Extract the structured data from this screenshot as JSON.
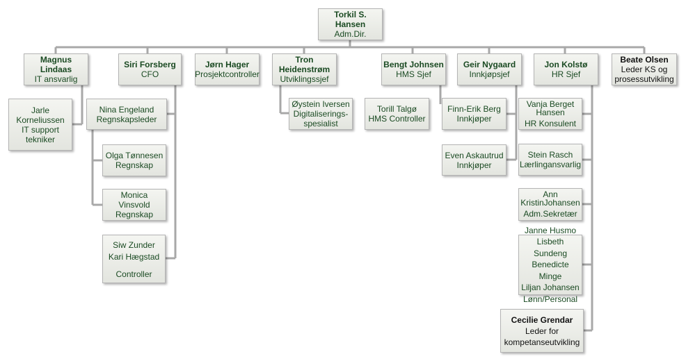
{
  "chart": {
    "root": {
      "name": "Torkil S.\nHansen",
      "title": "Adm.Dir."
    },
    "managers": [
      {
        "id": "magnus",
        "name": "Magnus\nLindaas",
        "title": "IT ansvarlig"
      },
      {
        "id": "siri",
        "name": "Siri Forsberg",
        "title": "CFO"
      },
      {
        "id": "jorn",
        "name": "Jørn Hager",
        "title": "Prosjektcontroller"
      },
      {
        "id": "tron",
        "name": "Tron\nHeidenstrøm",
        "title": "Utviklingssjef"
      },
      {
        "id": "bengt",
        "name": "Bengt Johnsen",
        "title": "HMS Sjef"
      },
      {
        "id": "geir",
        "name": "Geir Nygaard",
        "title": "Innkjøpsjef"
      },
      {
        "id": "jon",
        "name": "Jon Kolstø",
        "title": "HR Sjef"
      },
      {
        "id": "beate",
        "name": "Beate Olsen",
        "title": "Leder KS og\nprosessutvikling"
      }
    ],
    "staff": {
      "jarle": {
        "text": "Jarle\nKorneliussen\nIT support\ntekniker"
      },
      "nina": {
        "text": "Nina Engeland\nRegnskapsleder"
      },
      "olga": {
        "text": "Olga Tønnesen\nRegnskap"
      },
      "monica": {
        "text": "Monica Vinsvold\nRegnskap"
      },
      "siw": {
        "top": "Siw Zunder\nKari Hægstad",
        "bottom": "Controller"
      },
      "oystein": {
        "text": "Øystein Iversen\nDigitaliserings-\nspesialist"
      },
      "torill": {
        "text": "Torill Talgø\nHMS Controller"
      },
      "finn": {
        "text": "Finn-Erik Berg\nInnkjøper"
      },
      "even": {
        "text": "Even Askautrud\nInnkjøper"
      },
      "vanja": {
        "top": "Vanja Berget\nHansen",
        "bottom": "HR Konsulent"
      },
      "stein": {
        "text": "Stein Rasch\nLærlingansvarlig"
      },
      "ann": {
        "top": "Ann\nKristinJohansen",
        "bottom": "Adm.Sekretær"
      },
      "janne": {
        "text": "Janne Husmo\nLisbeth Sundeng\nBenedicte Minge\nLiljan Johansen\nLønn/Personal"
      },
      "cecilie": {
        "name": "Cecilie Grendar",
        "title": "Leder for\nkompetanseutvikling"
      }
    }
  }
}
